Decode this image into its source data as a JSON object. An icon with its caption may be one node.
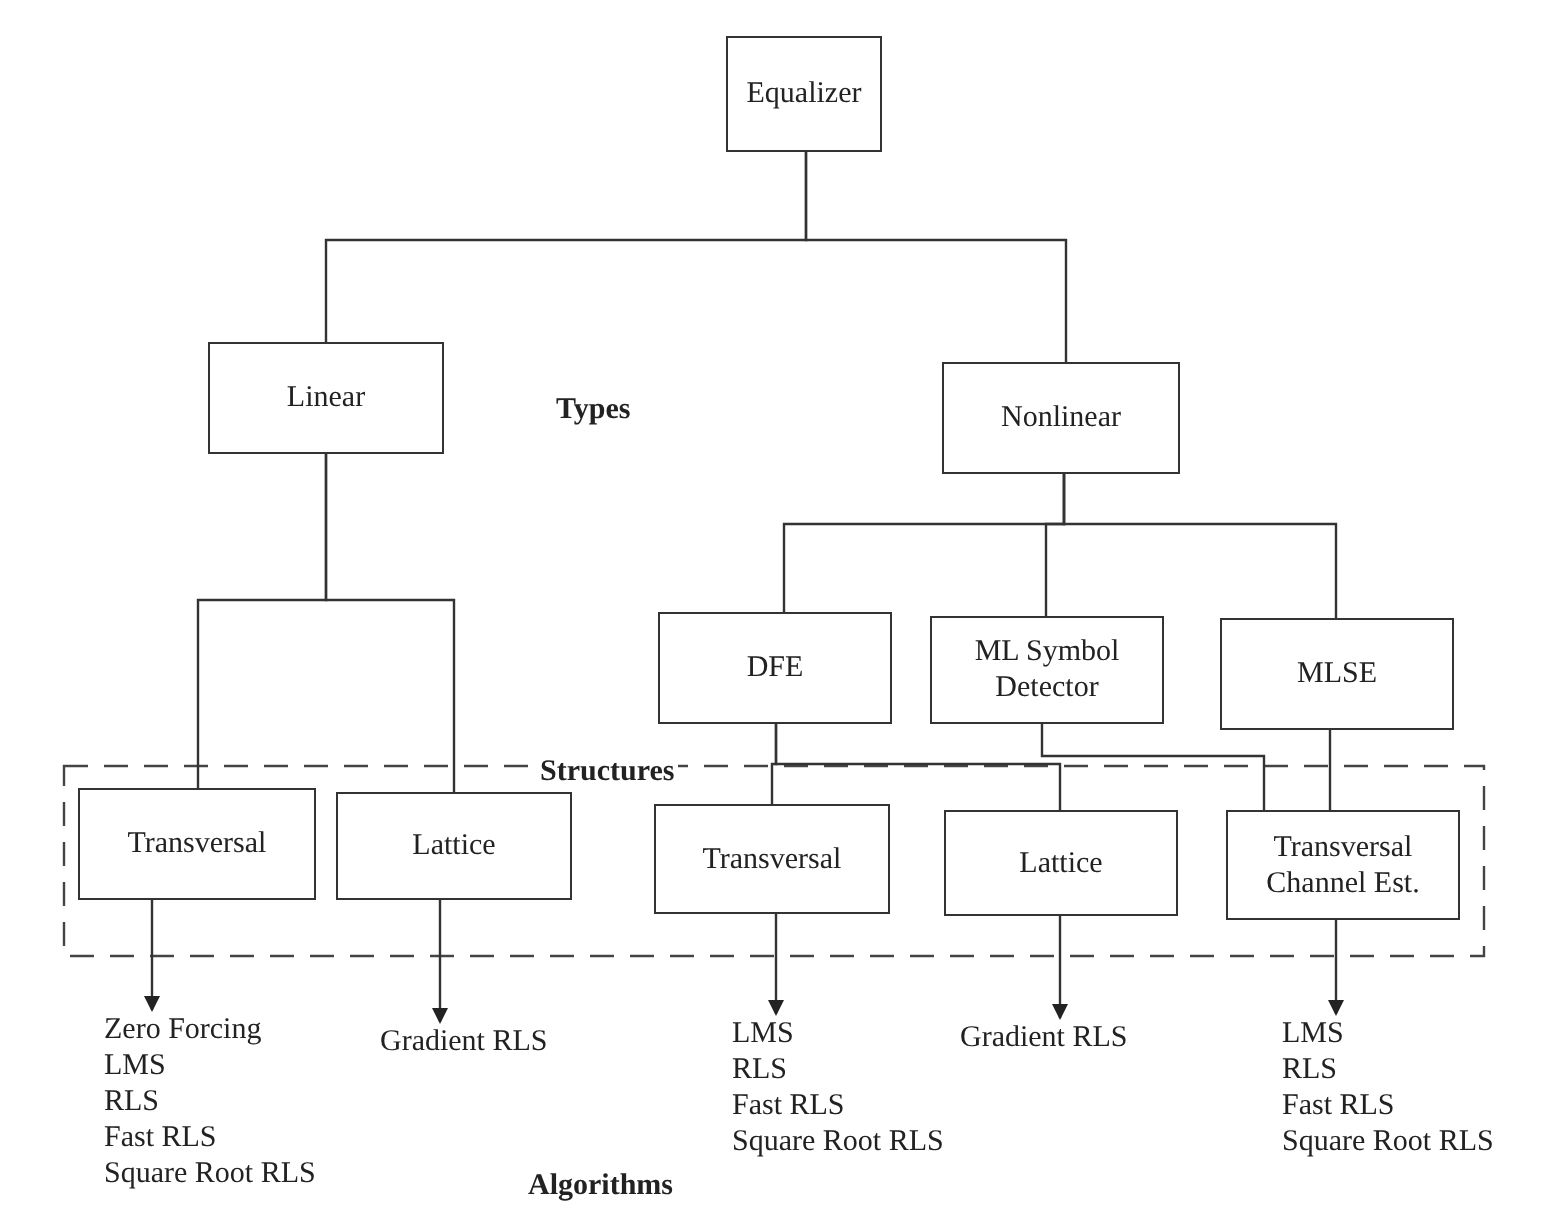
{
  "diagram": {
    "nodes": [
      {
        "text": [
          "Equalizer"
        ]
      },
      {
        "text": [
          "Linear"
        ]
      },
      {
        "text": [
          "Nonlinear"
        ]
      },
      {
        "text": [
          "DFE"
        ]
      },
      {
        "text": [
          "ML Symbol Detector"
        ]
      },
      {
        "text": [
          "MLSE"
        ]
      },
      {
        "text": [
          "Transversal"
        ]
      },
      {
        "text": [
          "Lattice"
        ]
      },
      {
        "text": [
          "Transversal"
        ]
      },
      {
        "text": [
          "Lattice"
        ]
      },
      {
        "text": [
          "Transversal Channel Est."
        ]
      },
      {
        "text": [
          "Zero Forcing",
          "LMS",
          "RLS",
          "Fast RLS",
          "Square Root RLS"
        ]
      },
      {
        "text": [
          "Gradient RLS"
        ]
      },
      {
        "text": [
          "LMS",
          "RLS",
          "Fast RLS",
          "Square Root RLS"
        ]
      },
      {
        "text": [
          "Gradient RLS"
        ]
      },
      {
        "text": [
          "LMS",
          "RLS",
          "Fast RLS",
          "Square Root RLS"
        ]
      }
    ],
    "edges": [
      {
        "from": 0,
        "to": 1,
        "arrow": "none"
      },
      {
        "from": 0,
        "to": 2,
        "arrow": "none"
      },
      {
        "from": 1,
        "to": 6,
        "arrow": "none"
      },
      {
        "from": 1,
        "to": 7,
        "arrow": "none"
      },
      {
        "from": 2,
        "to": 3,
        "arrow": "none"
      },
      {
        "from": 2,
        "to": 4,
        "arrow": "none"
      },
      {
        "from": 2,
        "to": 5,
        "arrow": "none"
      },
      {
        "from": 3,
        "to": 8,
        "arrow": "none"
      },
      {
        "from": 3,
        "to": 9,
        "arrow": "none"
      },
      {
        "from": 4,
        "to": 10,
        "arrow": "none"
      },
      {
        "from": 5,
        "to": 10,
        "arrow": "none"
      },
      {
        "from": 6,
        "to": 11,
        "arrow": "to"
      },
      {
        "from": 7,
        "to": 12,
        "arrow": "to"
      },
      {
        "from": 8,
        "to": 13,
        "arrow": "to"
      },
      {
        "from": 9,
        "to": 14,
        "arrow": "to"
      },
      {
        "from": 10,
        "to": 15,
        "arrow": "to"
      }
    ],
    "labels": [
      "Types",
      "Structures",
      "Algorithms"
    ]
  }
}
